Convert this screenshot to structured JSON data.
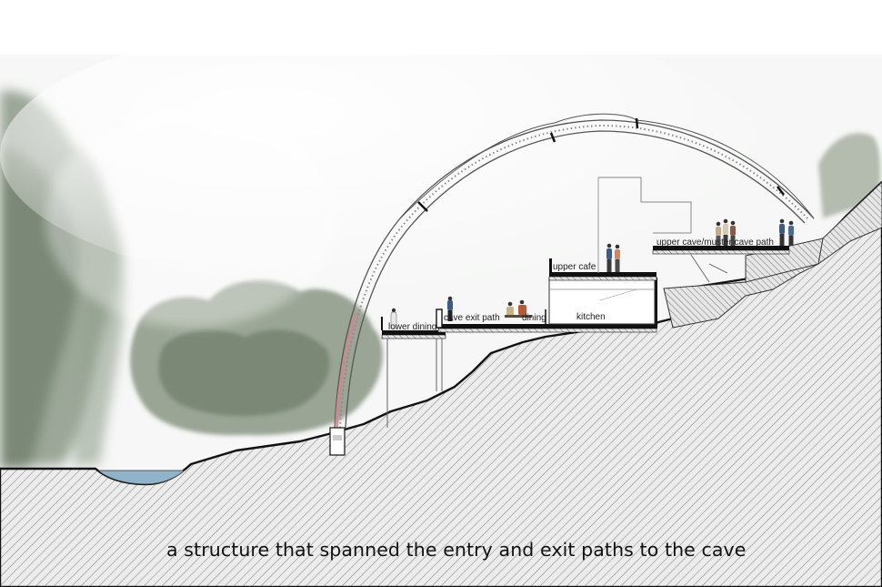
{
  "labels": {
    "lower_dining": "lower dining",
    "cave_exit_path": "cave exit path",
    "dining": "dining",
    "kitchen": "kitchen",
    "upper_cafe": "upper cafe",
    "upper_cave_path": "upper cave/muster cave path"
  },
  "caption": "a structure that spanned the entry and exit paths to the cave",
  "colors": {
    "ground_hatch": "#7a7a7a",
    "ground_fill": "#eeeeee",
    "water": "#8fb3c8",
    "fog": "#f4f6f4",
    "tree_dark": "#6f7d6a",
    "tree_light": "#a7b2a2",
    "arch_line": "#555555",
    "red_tube": "#c98a8f"
  }
}
